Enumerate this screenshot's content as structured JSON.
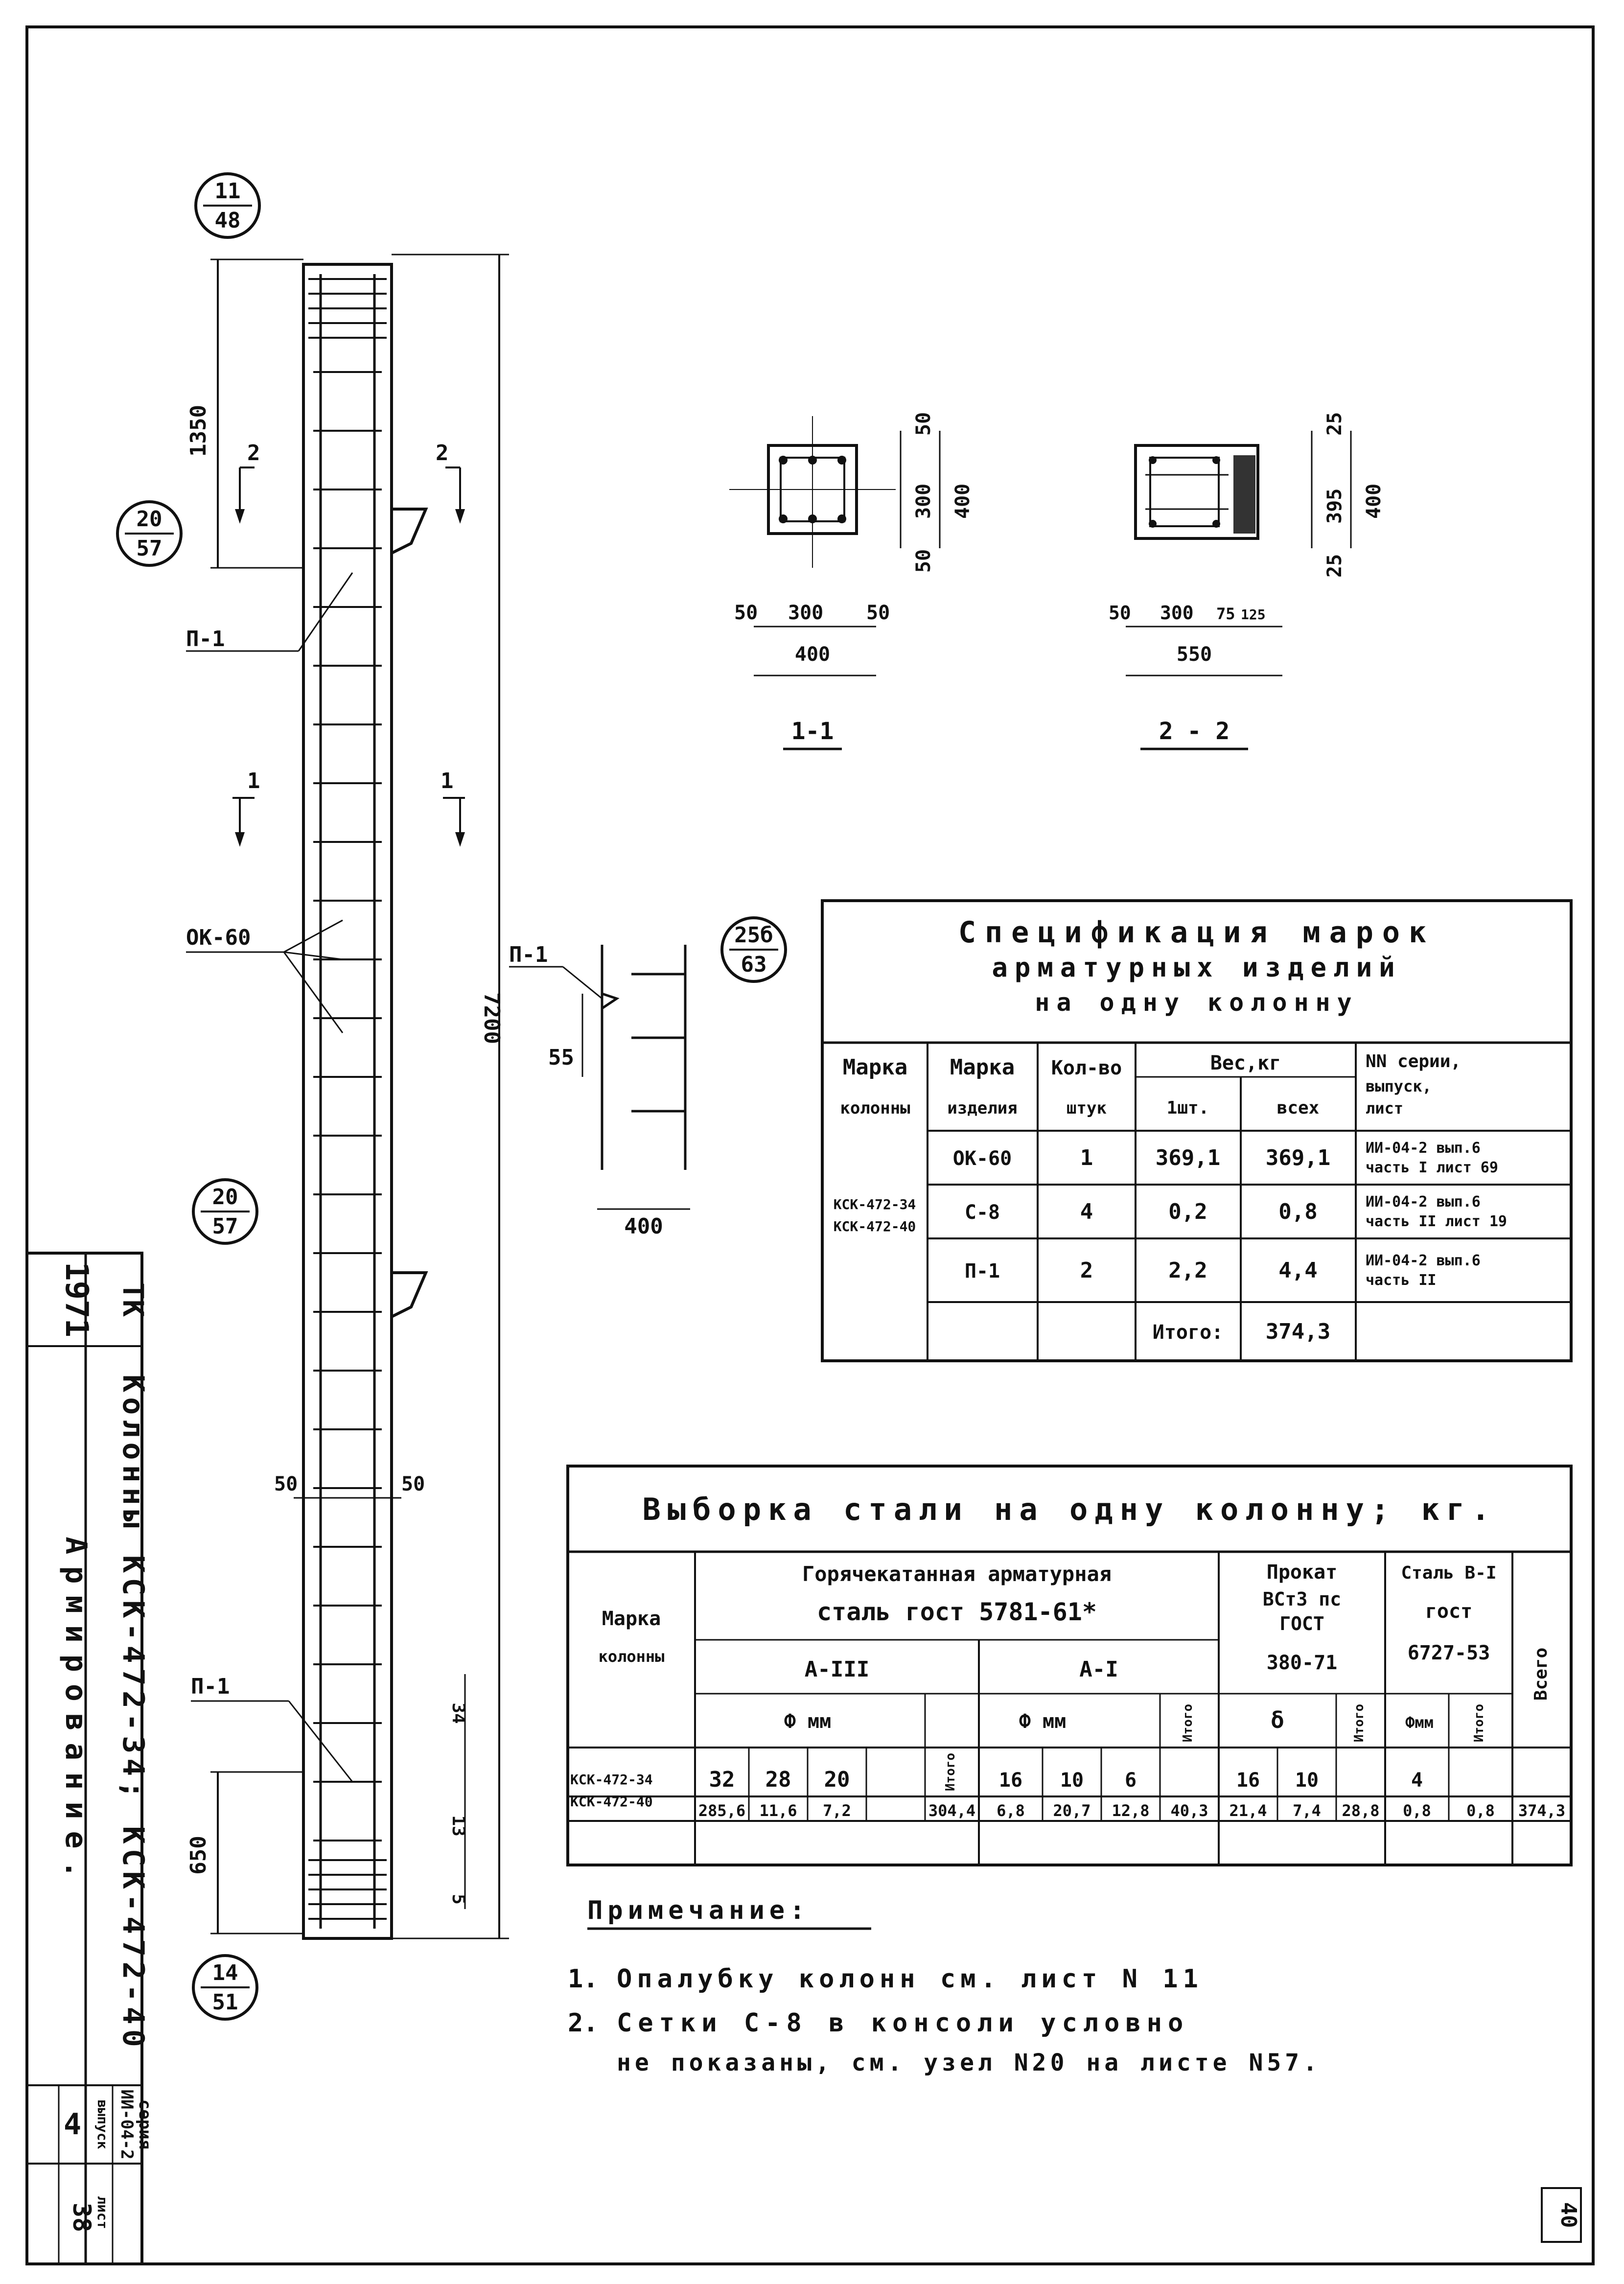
{
  "column_views": {
    "callout_top": {
      "num": "11",
      "den": "48"
    },
    "callout_mid1": {
      "num": "20",
      "den": "57"
    },
    "callout_mid2": {
      "num": "20",
      "den": "57"
    },
    "callout_bottom": {
      "num": "14",
      "den": "51"
    },
    "callout_detail": {
      "num": "25б",
      "den": "63"
    },
    "dim_1350": "1350",
    "dim_7200": "7200",
    "dim_650": "650",
    "dim_34": "34",
    "dim_13": "13",
    "dim_5": "5",
    "dim_50_left": "50",
    "dim_50_right": "50",
    "section_2": "2",
    "section_1": "1",
    "label_p1_top": "П-1",
    "label_ok60": "ОК-60",
    "label_p1_bottom": "П-1",
    "label_p1_detail": "П-1",
    "dim_55": "55",
    "dim_400_detail": "400"
  },
  "section_1_1": {
    "title": "1-1",
    "dim_50a": "50",
    "dim_300": "300",
    "dim_50b": "50",
    "dim_400": "400",
    "v_50a": "50",
    "v_300": "300",
    "v_400": "400",
    "v_50b": "50"
  },
  "section_2_2": {
    "title": "2 - 2",
    "dim_50": "50",
    "dim_300": "300",
    "dim_75": "75",
    "dim_125": "125",
    "dim_550": "550",
    "v_25a": "25",
    "v_395": "395",
    "v_400": "400",
    "v_25b": "25"
  },
  "spec_table": {
    "title_1": "Спецификация марок",
    "title_2": "арматурных изделий",
    "title_3": "на одну колонну",
    "h_col_a": "Марка",
    "h_col_a2": "колонны",
    "h_item_a": "Марка",
    "h_item_b": "изделия",
    "h_qty_a": "Кол-во",
    "h_qty_b": "штук",
    "h_weight": "Вес,кг",
    "h_w1": "1шт.",
    "h_w2": "всех",
    "h_ref_a": "NN серии,",
    "h_ref_b": "выпуск,",
    "h_ref_c": "лист",
    "column_marks": [
      "КСК-472-34",
      "КСК-472-40"
    ],
    "rows": [
      {
        "item": "ОК-60",
        "qty": "1",
        "w1": "369,1",
        "wall": "369,1",
        "ref1": "ИИ-04-2 вып.6",
        "ref2": "часть I лист 69"
      },
      {
        "item": "С-8",
        "qty": "4",
        "w1": "0,2",
        "wall": "0,8",
        "ref1": "ИИ-04-2 вып.6",
        "ref2": "часть II лист 19"
      },
      {
        "item": "П-1",
        "qty": "2",
        "w1": "2,2",
        "wall": "4,4",
        "ref1": "ИИ-04-2 вып.6",
        "ref2": "часть II"
      }
    ],
    "total_label": "Итого:",
    "total_value": "374,3"
  },
  "steel_table": {
    "title": "Выборка стали на одну колонну; кг.",
    "h_mark_a": "Марка",
    "h_mark_b": "колонны",
    "h_hot_a": "Горячекатанная арматурная",
    "h_hot_b": "сталь гост 5781-61*",
    "h_prokat_a": "Прокат",
    "h_prokat_b": "ВСт3 пс",
    "h_prokat_c": "ГОСТ",
    "h_prokat_d": "380-71",
    "h_steel_a": "Сталь В-I",
    "h_steel_b": "гост",
    "h_steel_c": "6727-53",
    "h_total": "Всего",
    "h_a3": "А-III",
    "h_a1": "А-I",
    "h_phi_a3": "Ф мм",
    "h_phi_a1": "Ф мм",
    "h_delta": "δ",
    "h_phi_b": "Фмм",
    "h_itogo": "Итого",
    "d_a3": [
      "32",
      "28",
      "20",
      ""
    ],
    "d_a1": [
      "16",
      "10",
      "6"
    ],
    "d_prokat": [
      "16",
      "10"
    ],
    "d_b1": "4",
    "marks": [
      "КСК-472-34",
      "КСК-472-40"
    ],
    "v_a3": [
      "285,6",
      "11,6",
      "7,2",
      ""
    ],
    "v_a3_total": "304,4",
    "v_a1": [
      "6,8",
      "20,7",
      "12,8"
    ],
    "v_a1_total": "40,3",
    "v_prokat": [
      "21,4",
      "7,4"
    ],
    "v_prokat_total": "28,8",
    "v_b1": "0,8",
    "v_b1_total": "0,8",
    "v_all": "374,3"
  },
  "notes": {
    "heading": "Примечание:",
    "n1_num": "1.",
    "n1": "Опалубку колонн см. лист N 11",
    "n2_num": "2.",
    "n2a": "Сетки С-8 в консоли условно",
    "n2b": "не показаны, см. узел N20 на листе N57."
  },
  "title_block": {
    "year": "1971",
    "tk": "ТК",
    "name": "Колонны КСК-472-34; КСК-472-40",
    "subtitle": "Армирование.",
    "series_label": "серия",
    "series": "ИИ-04-2",
    "issue_label": "выпуск",
    "sheet_label": "лист",
    "issue": "4",
    "sheet": "38"
  },
  "page_stamp": "40"
}
